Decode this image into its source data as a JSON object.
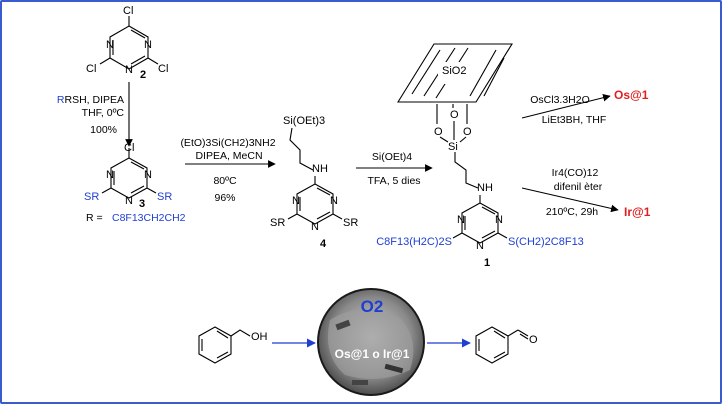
{
  "compounds": {
    "c2": {
      "number": "2",
      "substituent": "Cl"
    },
    "c3": {
      "number": "3",
      "top": "Cl",
      "substituent": "SR",
      "r_def_prefix": "R = ",
      "r_def": "C8F13CH2CH2"
    },
    "c4": {
      "number": "4",
      "silane": "Si(OEt)3",
      "nh": "NH",
      "substituent": "SR"
    },
    "c1": {
      "number": "1",
      "support": "SiO2",
      "si": "Si",
      "o": "O",
      "nh": "NH",
      "left_sub": "C8F13(H2C)2S",
      "right_sub": "S(CH2)2C8F13"
    }
  },
  "steps": {
    "s1": {
      "line1": "RSH, DIPEA",
      "line2": "THF, 0ºC",
      "yield": "100%"
    },
    "s2": {
      "reagent": "(EtO)3Si(CH2)3NH2",
      "line2": "DIPEA, MeCN",
      "temp": "80ºC",
      "yield": "96%"
    },
    "s3": {
      "reagent": "Si(OEt)4",
      "line2": "TFA, 5 dies"
    },
    "os": {
      "line1": "OsCl3.3H2O",
      "line2": "LiEt3BH, THF",
      "product": "Os@1"
    },
    "ir": {
      "line1": "Ir4(CO)12",
      "line2": "difenil èter",
      "line3": "210ºC, 29h",
      "product": "Ir@1"
    }
  },
  "catalysis": {
    "oxidant": "O2",
    "catalyst": "Os@1 o Ir@1",
    "reactant_group": "OH",
    "product_group": "O"
  },
  "colors": {
    "frame": "#3a5bd0",
    "accent_blue": "#1f3fd1",
    "product_red": "#e02020"
  }
}
